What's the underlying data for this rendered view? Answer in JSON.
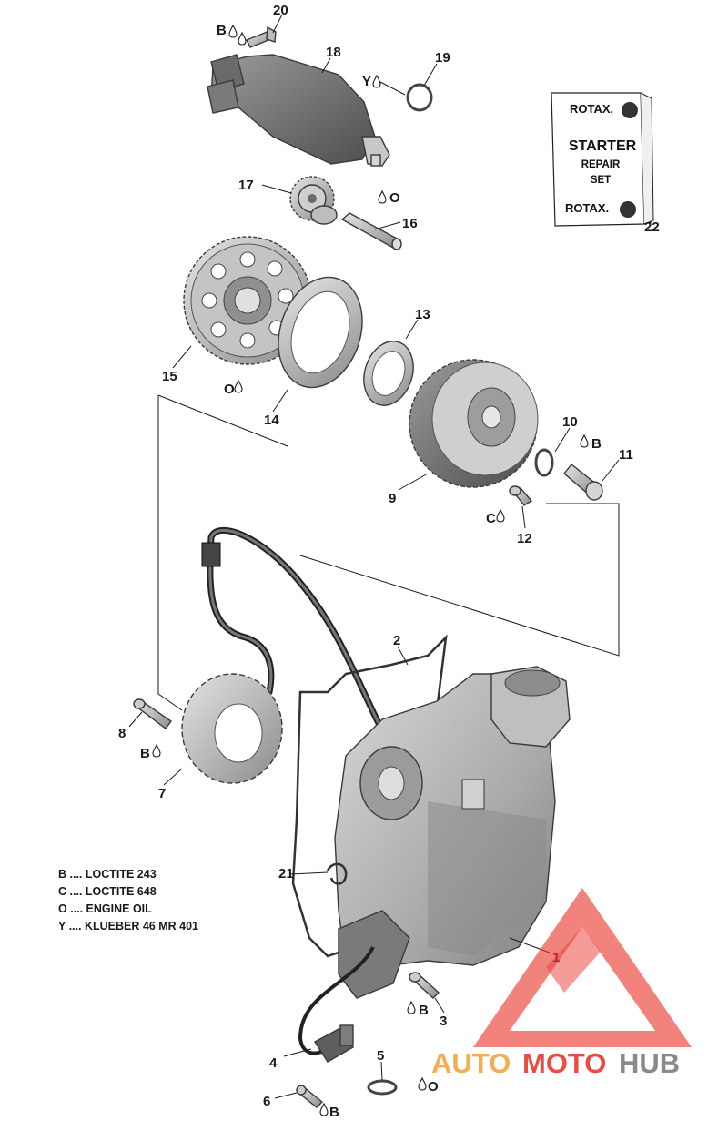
{
  "callouts": [
    "1",
    "2",
    "3",
    "4",
    "5",
    "6",
    "7",
    "8",
    "9",
    "10",
    "11",
    "12",
    "13",
    "14",
    "15",
    "16",
    "17",
    "18",
    "19",
    "20",
    "21",
    "22"
  ],
  "adhesive_codes": [
    "B",
    "C",
    "O",
    "Y"
  ],
  "legend": [
    {
      "code": "B",
      "text": "B .... LOCTITE 243"
    },
    {
      "code": "C",
      "text": "C .... LOCTITE 648"
    },
    {
      "code": "O",
      "text": "O .... ENGINE OIL"
    },
    {
      "code": "Y",
      "text": "Y .... KLUEBER 46 MR 401"
    }
  ],
  "repair_card": {
    "brand_top": "ROTAX.",
    "title": "STARTER",
    "line2": "REPAIR",
    "line3": "SET",
    "brand_bottom": "ROTAX."
  },
  "watermark": {
    "part1": "AUTO",
    "part2": "MOTO",
    "part3": "HUB",
    "color_red": "#e8332a",
    "color_orange": "#f4a23a",
    "color_gray": "#7a7a7a"
  }
}
